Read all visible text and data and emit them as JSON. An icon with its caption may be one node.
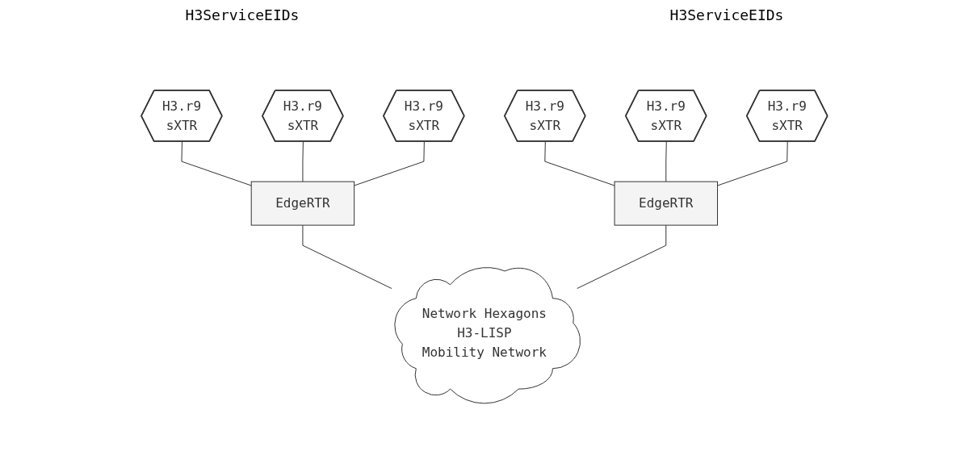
{
  "diagram": {
    "nodes": [
      {
        "text": [
          "H3.r9",
          "sXTR"
        ]
      },
      {
        "text": [
          "H3.r9",
          "sXTR"
        ]
      },
      {
        "text": [
          "H3.r9",
          "sXTR"
        ]
      },
      {
        "text": [
          "EdgeRTR"
        ]
      },
      {
        "text": [
          "H3.r9",
          "sXTR"
        ]
      },
      {
        "text": [
          "H3.r9",
          "sXTR"
        ]
      },
      {
        "text": [
          "H3.r9",
          "sXTR"
        ]
      },
      {
        "text": [
          "EdgeRTR"
        ]
      },
      {
        "text": [
          "Network Hexagons",
          "H3-LISP",
          "Mobility Network"
        ]
      }
    ],
    "edges": [
      {
        "from": 0,
        "to": 3,
        "arrow": "none"
      },
      {
        "from": 1,
        "to": 3,
        "arrow": "none"
      },
      {
        "from": 2,
        "to": 3,
        "arrow": "none"
      },
      {
        "from": 4,
        "to": 7,
        "arrow": "none"
      },
      {
        "from": 5,
        "to": 7,
        "arrow": "none"
      },
      {
        "from": 6,
        "to": 7,
        "arrow": "none"
      },
      {
        "from": 3,
        "to": 8,
        "arrow": "none"
      },
      {
        "from": 7,
        "to": 8,
        "arrow": "none"
      }
    ],
    "labels": [
      "H3ServiceEIDs",
      "H3ServiceEIDs"
    ]
  }
}
